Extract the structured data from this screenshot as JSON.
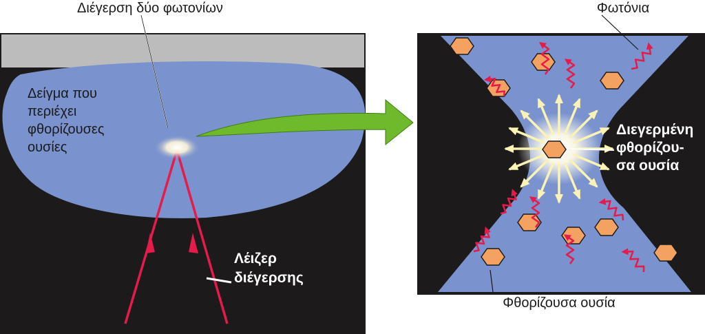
{
  "labels": {
    "top_left": "Διέγερση δύο φωτονίων",
    "top_right": "Φωτόνια",
    "sample_lines": [
      "Δείγμα που",
      "περιέχει",
      "φθορίζουσες",
      "ουσίες"
    ],
    "laser_lines": [
      "Λέιζερ",
      "διέγερσης"
    ],
    "excited_lines": [
      "Διεγερμένη",
      "φθορίζου-",
      "σα ουσία"
    ],
    "bottom_right": "Φθορίζουσα ουσία"
  },
  "colors": {
    "background_panel": "#1c1a1b",
    "sample_blue": "#7a92cd",
    "slide_gray": "#bcbcbc",
    "laser_red": "#e51b4b",
    "arrow_green": "#6fba2c",
    "molecule_orange": "#f4a261",
    "emission_yellow": "#fbf3b5"
  }
}
